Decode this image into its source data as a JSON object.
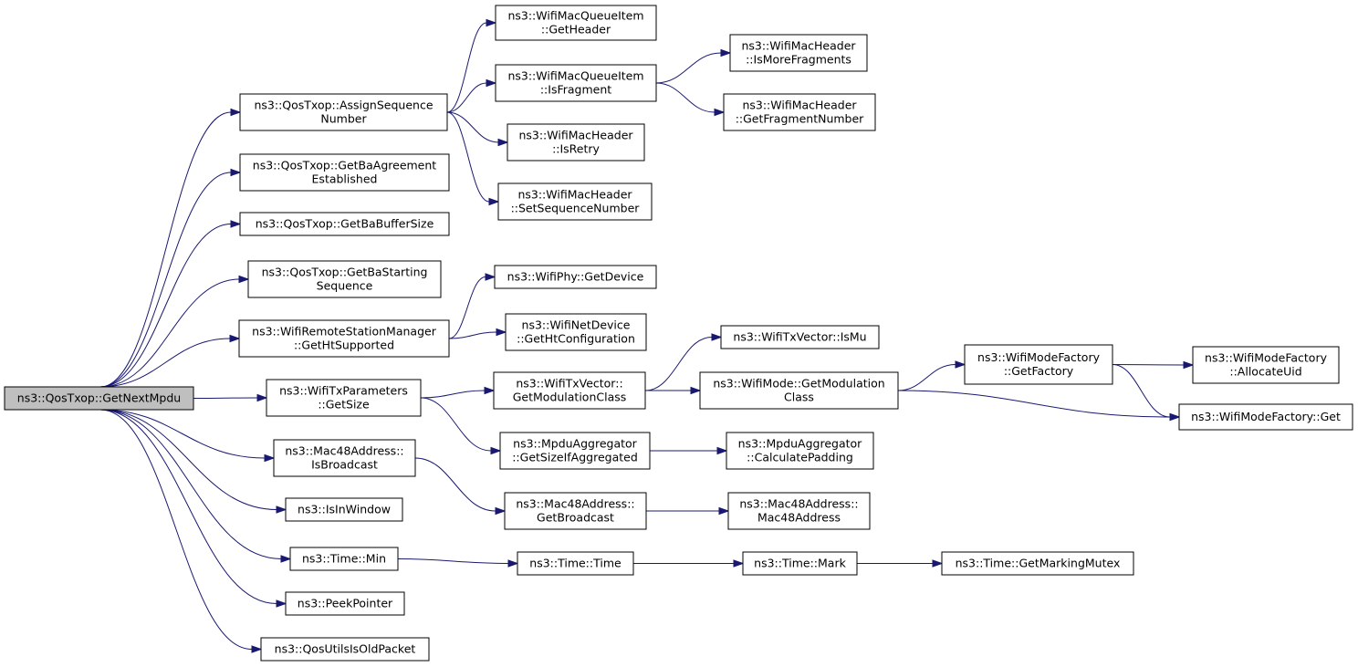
{
  "diagram": {
    "nodes": [
      {
        "id": "root",
        "lines": [
          "ns3::QosTxop::GetNextMpdu"
        ],
        "root": true
      },
      {
        "id": "assign",
        "lines": [
          "ns3::QosTxop::AssignSequence",
          "Number"
        ]
      },
      {
        "id": "baagree",
        "lines": [
          "ns3::QosTxop::GetBaAgreement",
          "Established"
        ]
      },
      {
        "id": "babuf",
        "lines": [
          "ns3::QosTxop::GetBaBufferSize"
        ]
      },
      {
        "id": "bastart",
        "lines": [
          "ns3::QosTxop::GetBaStarting",
          "Sequence"
        ]
      },
      {
        "id": "htsupp",
        "lines": [
          "ns3::WifiRemoteStationManager",
          "::GetHtSupported"
        ]
      },
      {
        "id": "txsize",
        "lines": [
          "ns3::WifiTxParameters",
          "::GetSize"
        ]
      },
      {
        "id": "isbcast",
        "lines": [
          "ns3::Mac48Address::",
          "IsBroadcast"
        ]
      },
      {
        "id": "inwindow",
        "lines": [
          "ns3::IsInWindow"
        ]
      },
      {
        "id": "timemin",
        "lines": [
          "ns3::Time::Min"
        ]
      },
      {
        "id": "peek",
        "lines": [
          "ns3::PeekPointer"
        ]
      },
      {
        "id": "oldpkt",
        "lines": [
          "ns3::QosUtilsIsOldPacket"
        ]
      },
      {
        "id": "getheader",
        "lines": [
          "ns3::WifiMacQueueItem",
          "::GetHeader"
        ]
      },
      {
        "id": "isfrag",
        "lines": [
          "ns3::WifiMacQueueItem",
          "::IsFragment"
        ]
      },
      {
        "id": "isretry",
        "lines": [
          "ns3::WifiMacHeader",
          "::IsRetry"
        ]
      },
      {
        "id": "setseq",
        "lines": [
          "ns3::WifiMacHeader",
          "::SetSequenceNumber"
        ]
      },
      {
        "id": "moref",
        "lines": [
          "ns3::WifiMacHeader",
          "::IsMoreFragments"
        ]
      },
      {
        "id": "fragnum",
        "lines": [
          "ns3::WifiMacHeader",
          "::GetFragmentNumber"
        ]
      },
      {
        "id": "getdevice",
        "lines": [
          "ns3::WifiPhy::GetDevice"
        ]
      },
      {
        "id": "htconf",
        "lines": [
          "ns3::WifiNetDevice",
          "::GetHtConfiguration"
        ]
      },
      {
        "id": "modclass",
        "lines": [
          "ns3::WifiTxVector::",
          "GetModulationClass"
        ]
      },
      {
        "id": "sizeagg",
        "lines": [
          "ns3::MpduAggregator",
          "::GetSizeIfAggregated"
        ]
      },
      {
        "id": "getbcast",
        "lines": [
          "ns3::Mac48Address::",
          "GetBroadcast"
        ]
      },
      {
        "id": "timetime",
        "lines": [
          "ns3::Time::Time"
        ]
      },
      {
        "id": "ismu",
        "lines": [
          "ns3::WifiTxVector::IsMu"
        ]
      },
      {
        "id": "wmmodclass",
        "lines": [
          "ns3::WifiMode::GetModulation",
          "Class"
        ]
      },
      {
        "id": "calcpad",
        "lines": [
          "ns3::MpduAggregator",
          "::CalculatePadding"
        ]
      },
      {
        "id": "macctor",
        "lines": [
          "ns3::Mac48Address::",
          "Mac48Address"
        ]
      },
      {
        "id": "timemark",
        "lines": [
          "ns3::Time::Mark"
        ]
      },
      {
        "id": "getfactory",
        "lines": [
          "ns3::WifiModeFactory",
          "::GetFactory"
        ]
      },
      {
        "id": "markmutex",
        "lines": [
          "ns3::Time::GetMarkingMutex"
        ]
      },
      {
        "id": "allocuid",
        "lines": [
          "ns3::WifiModeFactory",
          "::AllocateUid"
        ]
      },
      {
        "id": "factget",
        "lines": [
          "ns3::WifiModeFactory::Get"
        ]
      }
    ],
    "edges": [
      [
        "root",
        "assign"
      ],
      [
        "root",
        "baagree"
      ],
      [
        "root",
        "babuf"
      ],
      [
        "root",
        "bastart"
      ],
      [
        "root",
        "htsupp"
      ],
      [
        "root",
        "txsize"
      ],
      [
        "root",
        "isbcast"
      ],
      [
        "root",
        "inwindow"
      ],
      [
        "root",
        "timemin"
      ],
      [
        "root",
        "peek"
      ],
      [
        "root",
        "oldpkt"
      ],
      [
        "assign",
        "getheader"
      ],
      [
        "assign",
        "isfrag"
      ],
      [
        "assign",
        "isretry"
      ],
      [
        "assign",
        "setseq"
      ],
      [
        "isfrag",
        "moref"
      ],
      [
        "isfrag",
        "fragnum"
      ],
      [
        "htsupp",
        "getdevice"
      ],
      [
        "htsupp",
        "htconf"
      ],
      [
        "txsize",
        "modclass"
      ],
      [
        "txsize",
        "sizeagg"
      ],
      [
        "modclass",
        "ismu"
      ],
      [
        "modclass",
        "wmmodclass"
      ],
      [
        "wmmodclass",
        "getfactory"
      ],
      [
        "wmmodclass",
        "factget"
      ],
      [
        "getfactory",
        "allocuid"
      ],
      [
        "getfactory",
        "factget"
      ],
      [
        "sizeagg",
        "calcpad"
      ],
      [
        "isbcast",
        "getbcast"
      ],
      [
        "getbcast",
        "macctor"
      ],
      [
        "timemin",
        "timetime"
      ],
      [
        "timetime",
        "timemark"
      ],
      [
        "timemark",
        "markmutex"
      ]
    ]
  }
}
